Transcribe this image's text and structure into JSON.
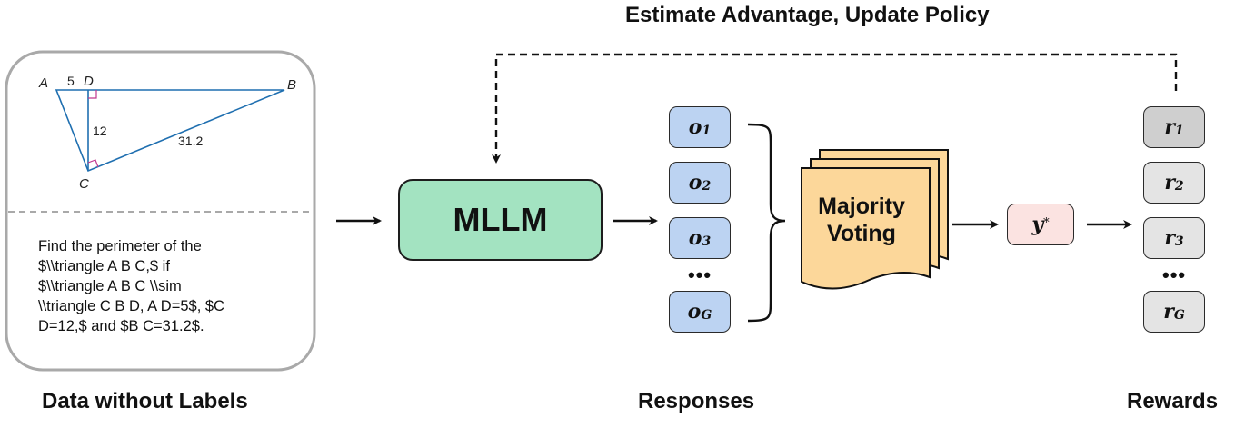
{
  "header": {
    "title": "Estimate Advantage, Update Policy"
  },
  "input_panel": {
    "caption": "Data without Labels",
    "figure": {
      "vertices": {
        "a": "A",
        "b": "B",
        "c": "C",
        "d": "D"
      },
      "lengths": {
        "ad": "5",
        "cd": "12",
        "bc": "31.2"
      }
    },
    "problem_lines": [
      "Find the perimeter of the",
      "$\\\\triangle A B C,$ if",
      "$\\\\triangle A B C \\\\sim",
      "\\\\triangle C B D, A D=5$, $C",
      "D=12,$ and $B C=31.2$."
    ]
  },
  "model": {
    "label": "MLLM"
  },
  "responses": {
    "caption": "Responses",
    "items": [
      {
        "base": "o",
        "sub": "1"
      },
      {
        "base": "o",
        "sub": "2"
      },
      {
        "base": "o",
        "sub": "3"
      },
      {
        "base": "o",
        "sub": "G"
      }
    ],
    "ellipsis": "•••"
  },
  "voting": {
    "line1": "Majority",
    "line2": "Voting"
  },
  "answer": {
    "base": "y",
    "sup": "*"
  },
  "rewards": {
    "caption": "Rewards",
    "items": [
      {
        "base": "r",
        "sub": "1"
      },
      {
        "base": "r",
        "sub": "2"
      },
      {
        "base": "r",
        "sub": "3"
      },
      {
        "base": "r",
        "sub": "G"
      }
    ],
    "ellipsis": "•••"
  },
  "colors": {
    "model_fill": "#a3e3c1",
    "response_fill": "#bcd3f2",
    "voting_fill": "#fcd79a",
    "answer_fill": "#fbe3e1",
    "reward_fill": "#e4e4e4",
    "triangle_stroke": "#1f6fb0",
    "right_angle_mark": "#c0388f"
  }
}
